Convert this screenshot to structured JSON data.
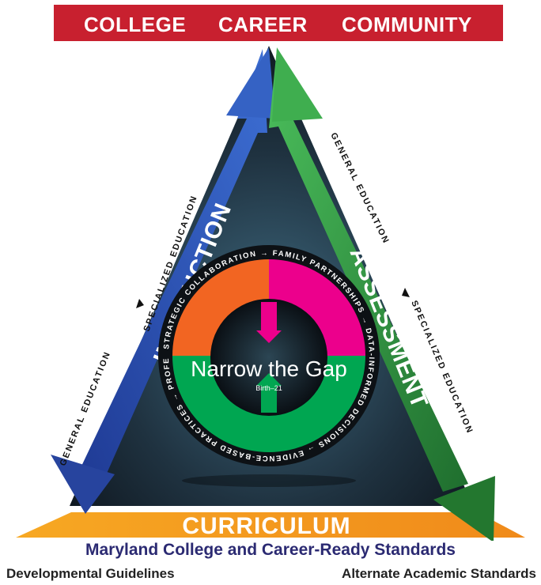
{
  "banner": {
    "words": [
      "COLLEGE",
      "CAREER",
      "COMMUNITY"
    ],
    "color": "#c8202f"
  },
  "pillars": {
    "left": {
      "label": "INSTRUCTION",
      "path_text_upper": "SPECIALIZED EDUCATION",
      "path_text_lower": "GENERAL EDUCATION",
      "color": "#2a4fb0"
    },
    "right": {
      "label": "ASSESSMENT",
      "path_text_upper": "GENERAL EDUCATION",
      "path_text_lower": "SPECIALIZED EDUCATION",
      "color": "#2f8f3f"
    },
    "base": {
      "label": "CURRICULUM",
      "color": "#f39a1d"
    }
  },
  "center": {
    "title": "Narrow the Gap",
    "subtitle": "Birth–21",
    "ring_text": "STRATEGIC COLLABORATION → FAMILY PARTNERSHIPS → DATA-INFORMED DECISIONS → EVIDENCE-BASED PRACTICES → PROFESSIONAL LEARNING →",
    "colors": {
      "orange": "#f26522",
      "magenta": "#ec008c",
      "green": "#00a651"
    }
  },
  "footer": {
    "standards_title": "Maryland College and Career-Ready Standards",
    "left_note": "Developmental Guidelines",
    "right_note": "Alternate Academic Standards"
  }
}
